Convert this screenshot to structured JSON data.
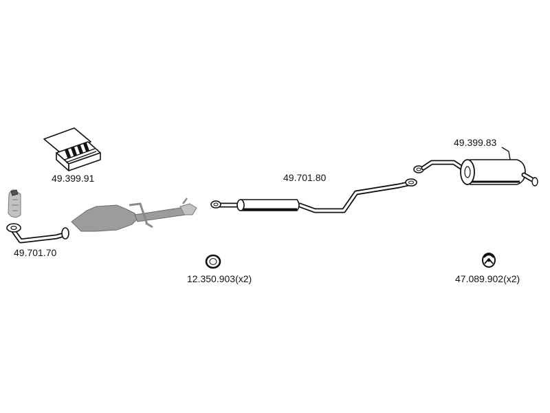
{
  "parts": [
    {
      "id": "mounting-kit",
      "number": "49.399.91"
    },
    {
      "id": "front-pipe",
      "number": "49.701.70"
    },
    {
      "id": "gasket-ring",
      "number": "12.350.903(x2)"
    },
    {
      "id": "middle-silencer",
      "number": "49.701.80"
    },
    {
      "id": "rear-silencer",
      "number": "49.399.83"
    },
    {
      "id": "rubber-mount",
      "number": "47.089.902(x2)"
    }
  ],
  "colors": {
    "ink": "#111111",
    "catalyst": "#9c9c9c",
    "paper": "#ffffff"
  }
}
